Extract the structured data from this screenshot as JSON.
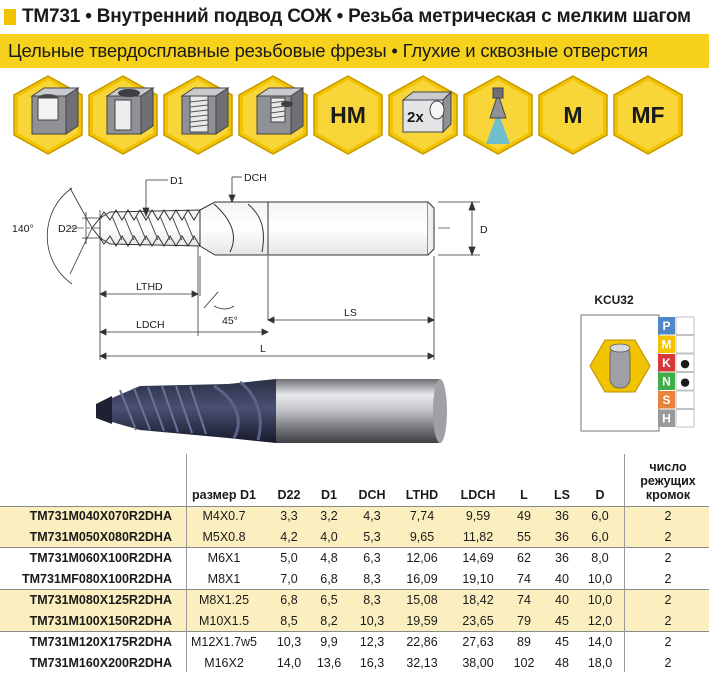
{
  "header": {
    "title": "TM731 • Внутренний подвод СОЖ • Резьба метрическая с мелким шагом",
    "subtitle": "Цельные твердосплавные резьбовые фрезы • Глухие и сквозные отверстия"
  },
  "icons": [
    {
      "name": "blind-hole-icon",
      "label": ""
    },
    {
      "name": "through-hole-icon",
      "label": ""
    },
    {
      "name": "threaded-hole-icon",
      "label": ""
    },
    {
      "name": "threaded-blind-hole-icon",
      "label": ""
    },
    {
      "name": "hm-icon",
      "label": "HM"
    },
    {
      "name": "2x-icon",
      "label": "2x"
    },
    {
      "name": "internal-coolant-icon",
      "label": ""
    },
    {
      "name": "m-thread-icon",
      "label": "M"
    },
    {
      "name": "mf-thread-icon",
      "label": "MF"
    }
  ],
  "drawing": {
    "labels": {
      "angle": "140°",
      "d22": "D22",
      "d1": "D1",
      "dch": "DCH",
      "d": "D",
      "lthd": "LTHD",
      "ldch": "LDCH",
      "chamfer": "45°",
      "ls": "LS",
      "l": "L"
    }
  },
  "grade": {
    "name": "KCU32",
    "iso_groups": [
      {
        "letter": "P",
        "color": "#4f86c6",
        "mark": ""
      },
      {
        "letter": "M",
        "color": "#f2c300",
        "mark": ""
      },
      {
        "letter": "K",
        "color": "#d9383a",
        "mark": "●"
      },
      {
        "letter": "N",
        "color": "#3fae49",
        "mark": "●"
      },
      {
        "letter": "S",
        "color": "#e9823a",
        "mark": ""
      },
      {
        "letter": "H",
        "color": "#9a9a9a",
        "mark": ""
      }
    ]
  },
  "table": {
    "headers": {
      "size": "размер D1",
      "d22": "D22",
      "d1": "D1",
      "dch": "DCH",
      "lthd": "LTHD",
      "ldch": "LDCH",
      "l": "L",
      "ls": "LS",
      "d": "D",
      "edges": "число режущих кромок"
    },
    "rows": [
      {
        "code": "TM731M040X070R2DHA",
        "size": "M4X0.7",
        "d22": "3,3",
        "d1": "3,2",
        "dch": "4,3",
        "lthd": "7,74",
        "ldch": "9,59",
        "l": "49",
        "ls": "36",
        "d": "6,0",
        "edges": "2"
      },
      {
        "code": "TM731M050X080R2DHA",
        "size": "M5X0.8",
        "d22": "4,2",
        "d1": "4,0",
        "dch": "5,3",
        "lthd": "9,65",
        "ldch": "11,82",
        "l": "55",
        "ls": "36",
        "d": "6,0",
        "edges": "2"
      },
      {
        "code": "TM731M060X100R2DHA",
        "size": "M6X1",
        "d22": "5,0",
        "d1": "4,8",
        "dch": "6,3",
        "lthd": "12,06",
        "ldch": "14,69",
        "l": "62",
        "ls": "36",
        "d": "8,0",
        "edges": "2"
      },
      {
        "code": "TM731MF080X100R2DHA",
        "size": "M8X1",
        "d22": "7,0",
        "d1": "6,8",
        "dch": "8,3",
        "lthd": "16,09",
        "ldch": "19,10",
        "l": "74",
        "ls": "40",
        "d": "10,0",
        "edges": "2"
      },
      {
        "code": "TM731M080X125R2DHA",
        "size": "M8X1.25",
        "d22": "6,8",
        "d1": "6,5",
        "dch": "8,3",
        "lthd": "15,08",
        "ldch": "18,42",
        "l": "74",
        "ls": "40",
        "d": "10,0",
        "edges": "2"
      },
      {
        "code": "TM731M100X150R2DHA",
        "size": "M10X1.5",
        "d22": "8,5",
        "d1": "8,2",
        "dch": "10,3",
        "lthd": "19,59",
        "ldch": "23,65",
        "l": "79",
        "ls": "45",
        "d": "12,0",
        "edges": "2"
      },
      {
        "code": "TM731M120X175R2DHA",
        "size": "M12X1.7w5",
        "d22": "10,3",
        "d1": "9,9",
        "dch": "12,3",
        "lthd": "22,86",
        "ldch": "27,63",
        "l": "89",
        "ls": "45",
        "d": "14,0",
        "edges": "2"
      },
      {
        "code": "TM731M160X200R2DHA",
        "size": "M16X2",
        "d22": "14,0",
        "d1": "13,6",
        "dch": "16,3",
        "lthd": "32,13",
        "ldch": "38,00",
        "l": "102",
        "ls": "48",
        "d": "18,0",
        "edges": "2"
      }
    ]
  }
}
